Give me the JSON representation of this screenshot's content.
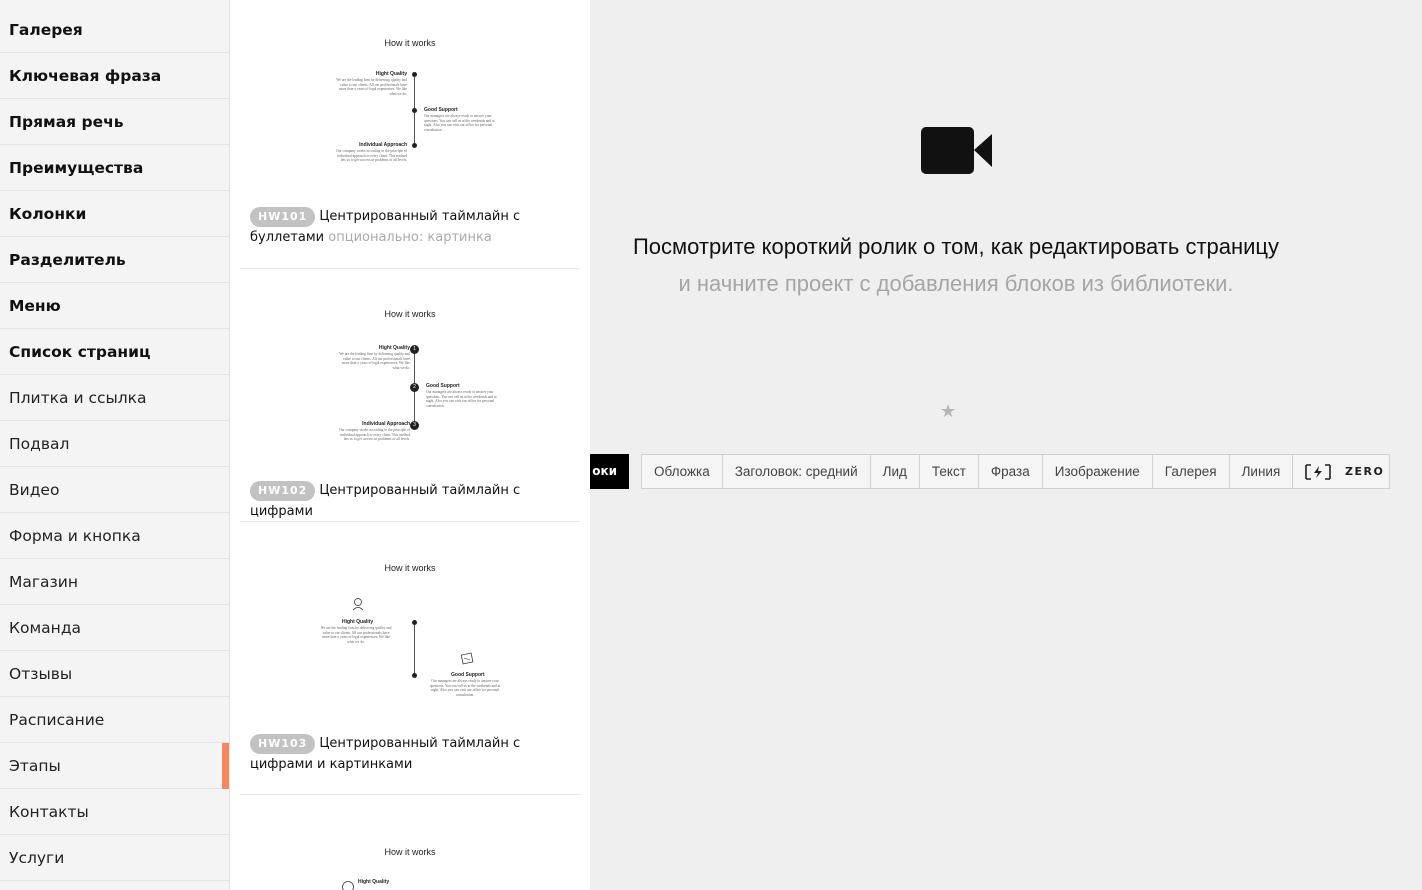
{
  "sidebar": {
    "items": [
      {
        "label": "Галерея",
        "bold": true
      },
      {
        "label": "Ключевая фраза",
        "bold": true
      },
      {
        "label": "Прямая речь",
        "bold": true
      },
      {
        "label": "Преимущества",
        "bold": true
      },
      {
        "label": "Колонки",
        "bold": true
      },
      {
        "label": "Разделитель",
        "bold": true
      },
      {
        "label": "Меню",
        "bold": true
      },
      {
        "label": "Список страниц",
        "bold": true
      },
      {
        "label": "Плитка и ссылка",
        "bold": false
      },
      {
        "label": "Подвал",
        "bold": false
      },
      {
        "label": "Видео",
        "bold": false
      },
      {
        "label": "Форма и кнопка",
        "bold": false
      },
      {
        "label": "Магазин",
        "bold": false
      },
      {
        "label": "Команда",
        "bold": false
      },
      {
        "label": "Отзывы",
        "bold": false
      },
      {
        "label": "Расписание",
        "bold": false
      },
      {
        "label": "Этапы",
        "bold": false,
        "active": true
      },
      {
        "label": "Контакты",
        "bold": false
      },
      {
        "label": "Услуги",
        "bold": false
      }
    ],
    "active_color": "#f7875c"
  },
  "library": {
    "cards": [
      {
        "code": "HW101",
        "title": "Центрированный таймлайн с буллетами",
        "optional": "опционально: картинка",
        "preview": {
          "heading": "How it works",
          "steps": [
            {
              "label": "Hight Quality",
              "text": "We are the leading firm by delivering quality and value to our clients. All our professionals have more than y years of legal experiences. We like what we do."
            },
            {
              "label": "Good Support",
              "text": "Our managers are always ready to answer your questions. You can call us at the weekends and at night. Also you can visit our office for personal consultation."
            },
            {
              "label": "Individual Approach",
              "text": "Our company works according to the principle of individual approach to every client. This method lets us to get success in problems of all levels."
            }
          ]
        }
      },
      {
        "code": "HW102",
        "title": "Центрированный таймлайн с цифрами",
        "preview": {
          "heading": "How it works",
          "steps": [
            {
              "num": "1",
              "label": "Hight Quality",
              "text": "We are the leading firm by delivering quality and value to our clients. All our professionals have more than y years of legal experiences. We like what we do."
            },
            {
              "num": "2",
              "label": "Good Support",
              "text": "Our managers are always ready to answer your questions. You can call us at the weekends and at night. Also you can visit our office for personal consultation."
            },
            {
              "num": "3",
              "label": "Individual Approach",
              "text": "Our company works according to the principle of individual approach to every client. This method lets us to get success in problems of all levels."
            }
          ]
        }
      },
      {
        "code": "HW103",
        "title": "Центрированный таймлайн с цифрами и картинками",
        "preview": {
          "heading": "How it works",
          "steps": [
            {
              "label": "Hight Quality",
              "text": "We are the leading firm by delivering quality and value to our clients. All our professionals have more than y years of legal experiences. We like what we do."
            },
            {
              "label": "Good Support",
              "text": "Our managers are always ready to answer your questions. You can call us at the weekends and at night. Also you can visit our office for personal consultation."
            }
          ]
        }
      },
      {
        "preview": {
          "heading": "How it works",
          "steps": [
            {
              "label": "Hight Quality"
            }
          ]
        }
      }
    ]
  },
  "main": {
    "headline": "Посмотрите короткий ролик о том, как редактировать страницу",
    "subline": "и начните проект с добавления блоков из библиотеки.",
    "all_blocks_label": "оки",
    "quick_blocks": [
      "Обложка",
      "Заголовок: средний",
      "Лид",
      "Текст",
      "Фраза",
      "Изображение",
      "Галерея",
      "Линия"
    ],
    "zero_label": "ZERO"
  }
}
